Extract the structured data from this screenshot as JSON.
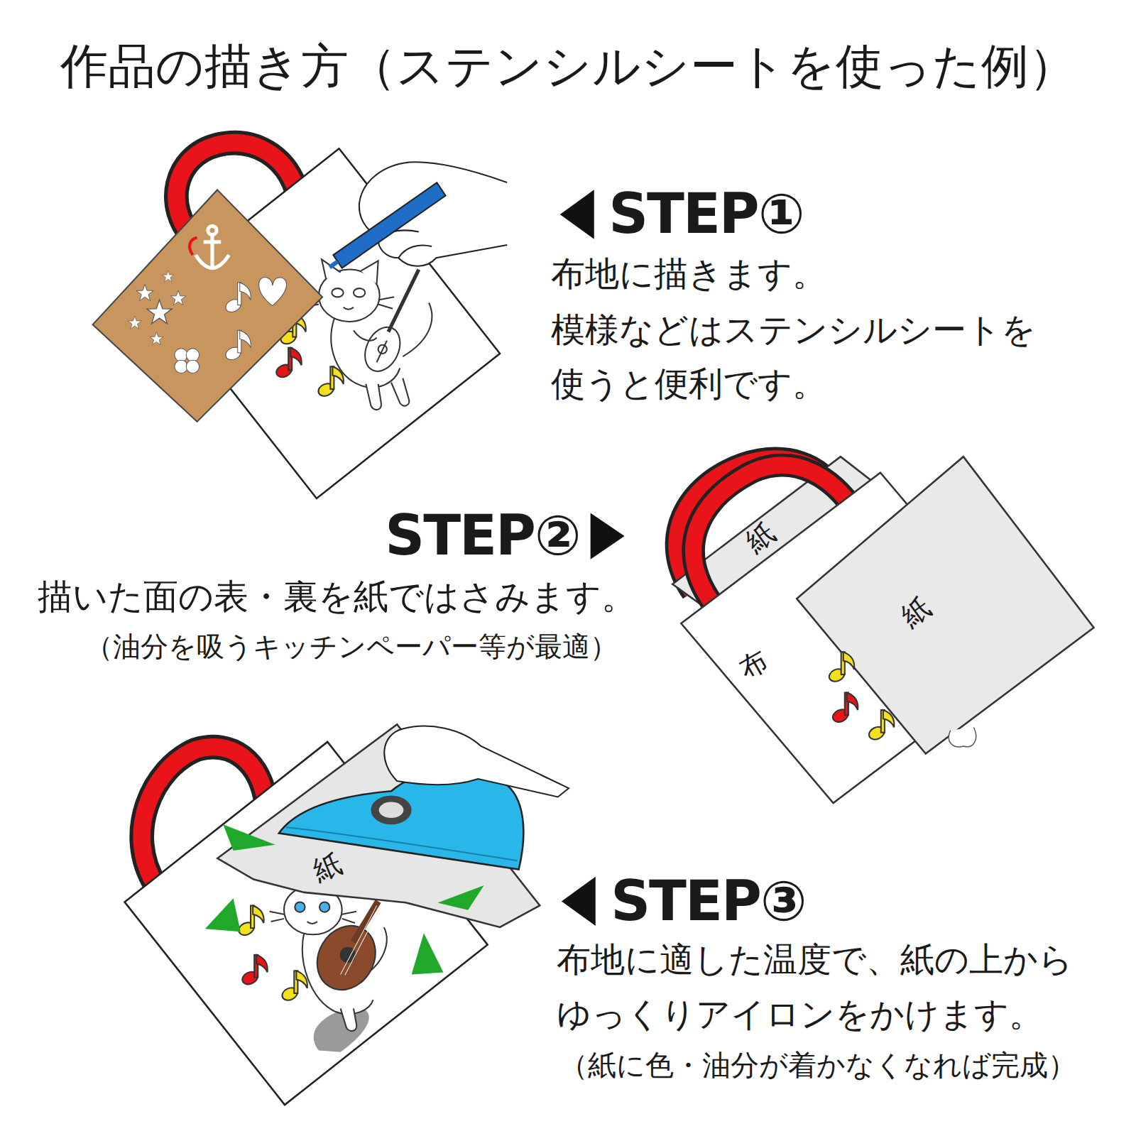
{
  "diagram": {
    "title": "作品の描き方（ステンシルシートを使った例）",
    "nodes": [
      {
        "text": [
          "紙"
        ]
      },
      {
        "text": [
          "布"
        ]
      },
      {
        "text": [
          "紙"
        ]
      },
      {
        "text": [
          "紙"
        ]
      }
    ],
    "labels": [
      "STEP①",
      "布地に描きます。",
      "模様などはステンシルシートを 使うと便利です。",
      "STEP②",
      "描いた面の表・裏を紙ではさみます。",
      "（油分を吸うキッチンペーパー等が最適）",
      "STEP③",
      "布地に適した温度で、紙の上から ゆっくりアイロンをかけます。",
      "（紙に色・油分が着かなくなれば完成）"
    ]
  }
}
